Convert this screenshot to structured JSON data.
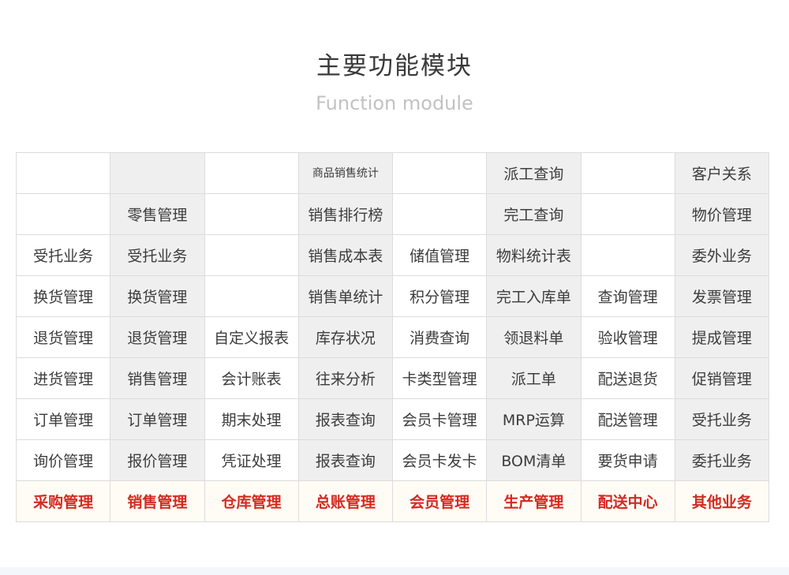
{
  "header": {
    "title": "主要功能模块",
    "subtitle": "Function module"
  },
  "grid": {
    "rows": [
      [
        "",
        "",
        "",
        "商品销售统计",
        "",
        "派工查询",
        "",
        "客户关系"
      ],
      [
        "",
        "零售管理",
        "",
        "销售排行榜",
        "",
        "完工查询",
        "",
        "物价管理"
      ],
      [
        "受托业务",
        "受托业务",
        "",
        "销售成本表",
        "储值管理",
        "物料统计表",
        "",
        "委外业务"
      ],
      [
        "换货管理",
        "换货管理",
        "",
        "销售单统计",
        "积分管理",
        "完工入库单",
        "查询管理",
        "发票管理"
      ],
      [
        "退货管理",
        "退货管理",
        "自定义报表",
        "库存状况",
        "消费查询",
        "领退料单",
        "验收管理",
        "提成管理"
      ],
      [
        "进货管理",
        "销售管理",
        "会计账表",
        "往来分析",
        "卡类型管理",
        "派工单",
        "配送退货",
        "促销管理"
      ],
      [
        "订单管理",
        "订单管理",
        "期末处理",
        "报表查询",
        "会员卡管理",
        "MRP运算",
        "配送管理",
        "受托业务"
      ],
      [
        "询价管理",
        "报价管理",
        "凭证处理",
        "报表查询",
        "会员卡发卡",
        "BOM清单",
        "要货申请",
        "委托业务"
      ]
    ],
    "footer": [
      "采购管理",
      "销售管理",
      "仓库管理",
      "总账管理",
      "会员管理",
      "生产管理",
      "配送中心",
      "其他业务"
    ]
  },
  "colors": {
    "footer_text": "#d32a21",
    "shaded_cell": "#efefef"
  }
}
